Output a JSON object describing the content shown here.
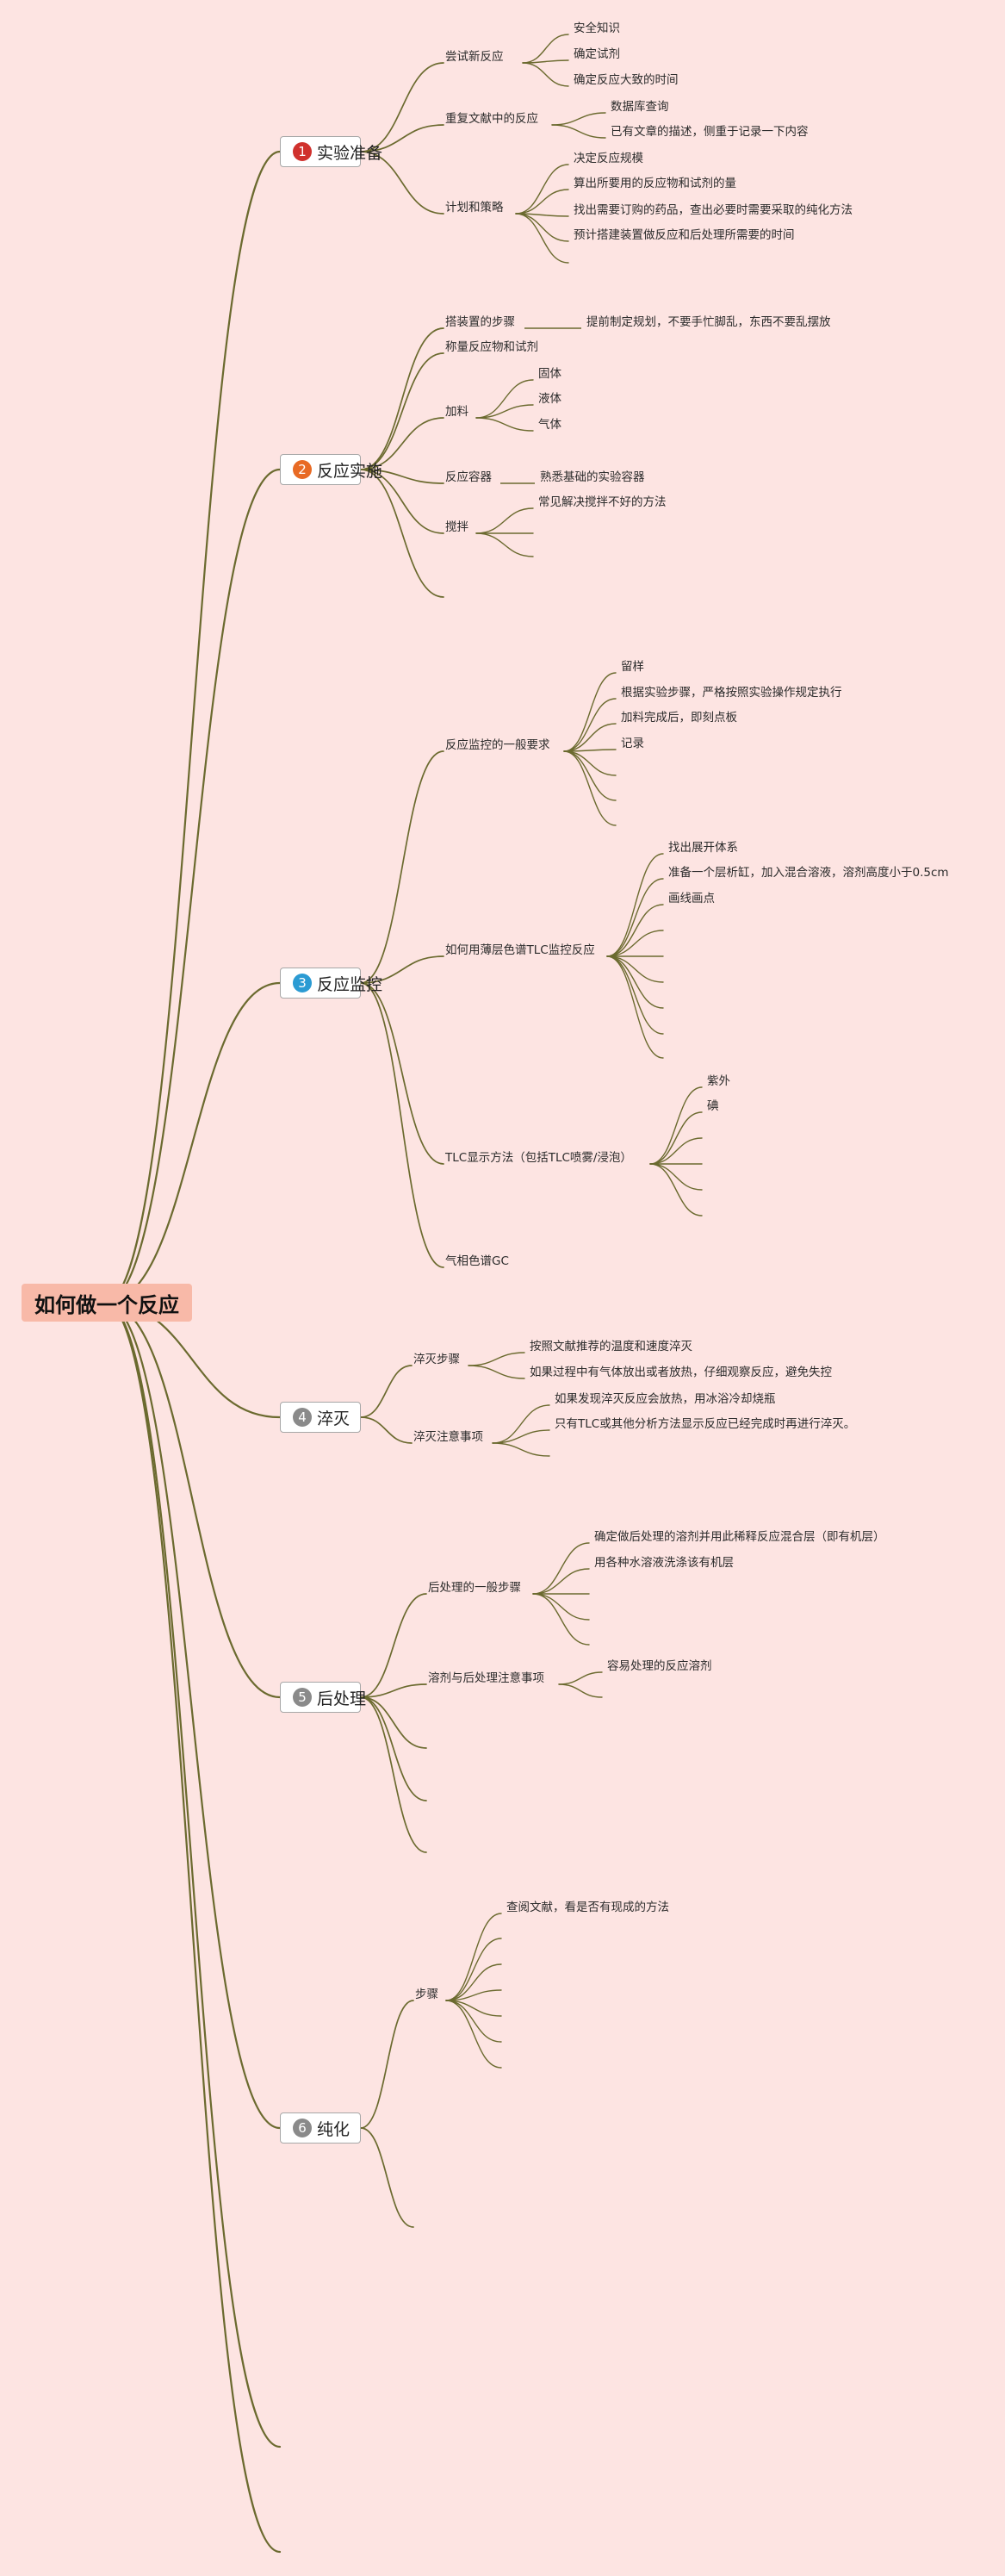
{
  "root": {
    "label": "如何做一个反应"
  },
  "colors": {
    "background": "#fde4e2",
    "branch": "#6b6a2f",
    "root_fill": "#f8b9a8",
    "badges": [
      "#d0312d",
      "#e86a24",
      "#2b9bd3",
      "#8a8a8a",
      "#8a8a8a",
      "#8a8a8a"
    ]
  },
  "sections": [
    {
      "num": "1",
      "label": "实验准备",
      "children": [
        {
          "label": "尝试新反应",
          "children": [
            {
              "label": "安全知识"
            },
            {
              "label": "确定试剂"
            },
            {
              "label": "确定反应大致的时间"
            }
          ]
        },
        {
          "label": "重复文献中的反应",
          "children": [
            {
              "label": "数据库查询"
            },
            {
              "label": "已有文章的描述，侧重于记录一下内容"
            }
          ]
        },
        {
          "label": "计划和策略",
          "children": [
            {
              "label": "决定反应规模"
            },
            {
              "label": "算出所要用的反应物和试剂的量"
            },
            {
              "label": "找出需要订购的药品，查出必要时需要采取的纯化方法"
            },
            {
              "label": "预计搭建装置做反应和后处理所需要的时间"
            },
            {
              "label": ""
            }
          ]
        }
      ]
    },
    {
      "num": "2",
      "label": "反应实施",
      "children": [
        {
          "label": "搭装置的步骤",
          "children": [
            {
              "label": "提前制定规划，不要手忙脚乱，东西不要乱摆放"
            }
          ]
        },
        {
          "label": "称量反应物和试剂",
          "children": []
        },
        {
          "label": "加料",
          "children": [
            {
              "label": "固体"
            },
            {
              "label": "液体"
            },
            {
              "label": "气体"
            }
          ]
        },
        {
          "label": "反应容器",
          "children": [
            {
              "label": "熟悉基础的实验容器"
            }
          ]
        },
        {
          "label": "搅拌",
          "children": [
            {
              "label": "常见解决搅拌不好的方法"
            },
            {
              "label": ""
            },
            {
              "label": ""
            }
          ]
        },
        {
          "label": "",
          "children": []
        }
      ]
    },
    {
      "num": "3",
      "label": "反应监控",
      "children": [
        {
          "label": "反应监控的一般要求",
          "children": [
            {
              "label": "留样"
            },
            {
              "label": "根据实验步骤，严格按照实验操作规定执行"
            },
            {
              "label": "加料完成后，即刻点板"
            },
            {
              "label": "记录"
            },
            {
              "label": ""
            },
            {
              "label": ""
            },
            {
              "label": ""
            }
          ]
        },
        {
          "label": "如何用薄层色谱TLC监控反应",
          "children": [
            {
              "label": "找出展开体系"
            },
            {
              "label": "准备一个层析缸，加入混合溶液，溶剂高度小于0.5cm"
            },
            {
              "label": "画线画点"
            },
            {
              "label": ""
            },
            {
              "label": ""
            },
            {
              "label": ""
            },
            {
              "label": ""
            },
            {
              "label": ""
            },
            {
              "label": ""
            }
          ]
        },
        {
          "label": "TLC显示方法（包括TLC喷雾/浸泡）",
          "children": [
            {
              "label": "紫外"
            },
            {
              "label": "碘"
            },
            {
              "label": ""
            },
            {
              "label": ""
            },
            {
              "label": ""
            },
            {
              "label": ""
            }
          ]
        },
        {
          "label": "气相色谱GC",
          "children": []
        }
      ]
    },
    {
      "num": "4",
      "label": "淬灭",
      "children": [
        {
          "label": "淬灭步骤",
          "children": [
            {
              "label": "按照文献推荐的温度和速度淬灭"
            },
            {
              "label": "如果过程中有气体放出或者放热，仔细观察反应，避免失控"
            }
          ]
        },
        {
          "label": "淬灭注意事项",
          "children": [
            {
              "label": "如果发现淬灭反应会放热，用冰浴冷却烧瓶"
            },
            {
              "label": "只有TLC或其他分析方法显示反应已经完成时再进行淬灭。"
            },
            {
              "label": ""
            }
          ]
        }
      ]
    },
    {
      "num": "5",
      "label": "后处理",
      "children": [
        {
          "label": "后处理的一般步骤",
          "children": [
            {
              "label": "确定做后处理的溶剂并用此稀释反应混合层（即有机层）"
            },
            {
              "label": "用各种水溶液洗涤该有机层"
            },
            {
              "label": ""
            },
            {
              "label": ""
            },
            {
              "label": ""
            }
          ]
        },
        {
          "label": "溶剂与后处理注意事项",
          "children": [
            {
              "label": "容易处理的反应溶剂"
            },
            {
              "label": ""
            }
          ]
        },
        {
          "label": "",
          "children": []
        },
        {
          "label": "",
          "children": []
        },
        {
          "label": "",
          "children": []
        }
      ]
    },
    {
      "num": "6",
      "label": "纯化",
      "children": [
        {
          "label": "步骤",
          "children": [
            {
              "label": "查阅文献，看是否有现成的方法"
            },
            {
              "label": ""
            },
            {
              "label": ""
            },
            {
              "label": ""
            },
            {
              "label": ""
            },
            {
              "label": ""
            },
            {
              "label": ""
            }
          ]
        },
        {
          "label": "",
          "children": []
        }
      ]
    },
    {
      "num": "",
      "label": "",
      "children": []
    },
    {
      "num": "",
      "label": "",
      "children": []
    }
  ]
}
